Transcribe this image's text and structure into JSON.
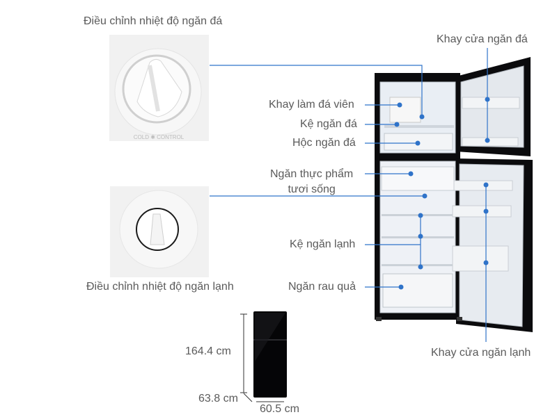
{
  "labels": {
    "freezer_temp_control": "Điều chỉnh nhiệt độ ngăn đá",
    "fridge_temp_control": "Điều chỉnh nhiệt độ ngăn lạnh",
    "freezer_door_tray": "Khay cửa ngăn đá",
    "ice_tray": "Khay làm đá viên",
    "freezer_shelf": "Kệ ngăn đá",
    "freezer_box": "Hộc ngăn đá",
    "fresh_food_line1": "Ngăn thực phẩm",
    "fresh_food_line2": "tươi sống",
    "fridge_shelf": "Kệ ngăn lạnh",
    "veg_drawer": "Ngăn rau quả",
    "fridge_door_tray": "Khay cửa ngăn lạnh"
  },
  "dimensions": {
    "height": "164.4 cm",
    "depth": "63.8 cm",
    "width": "60.5 cm"
  },
  "dial_text": {
    "freezer_dial_bottom": "COLD  ✱  CONTROL"
  },
  "colors": {
    "pointer": "#2f73c9",
    "text": "#5a5a5a",
    "fridge_body": "#0b0b0d"
  }
}
